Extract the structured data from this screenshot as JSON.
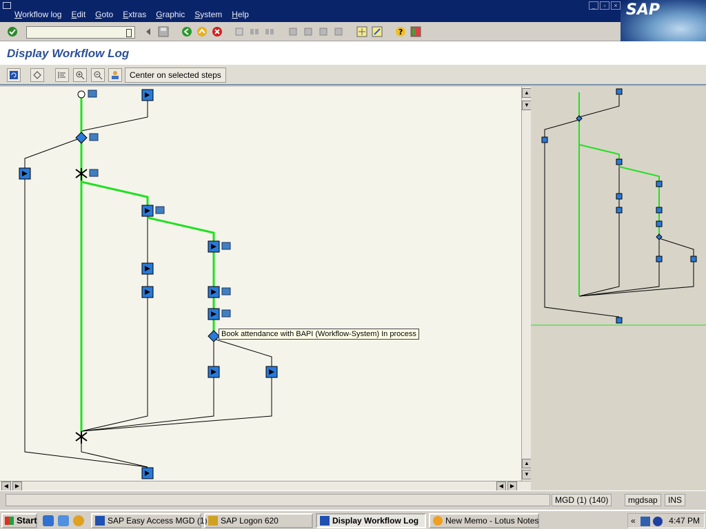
{
  "menu": [
    "Workflow log",
    "Edit",
    "Goto",
    "Extras",
    "Graphic",
    "System",
    "Help"
  ],
  "brand": "SAP",
  "page_title": "Display Workflow Log",
  "app_toolbar": {
    "center_label": "Center on selected steps"
  },
  "tooltip": "Book attendance with BAPI (Workflow-System) In process",
  "status": {
    "system": "MGD (1) (140)",
    "server": "mgdsap",
    "mode": "INS"
  },
  "taskbar": {
    "start": "Start",
    "tasks": [
      "SAP Easy Access MGD (1)",
      "SAP Logon 620",
      "Display Workflow Log",
      "New Memo - Lotus Notes"
    ],
    "clock": "4:47 PM",
    "tray_chevron": "«"
  },
  "colors": {
    "active_path": "#22e022",
    "step_blue": "#1f6fd0",
    "title_blue": "#0a246a"
  }
}
